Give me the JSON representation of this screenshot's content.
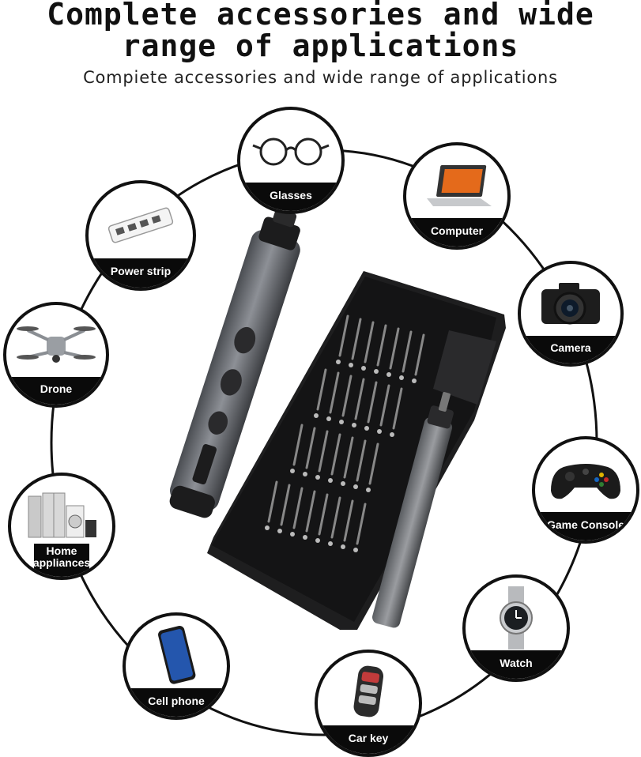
{
  "header": {
    "title_line1": "Complete accessories and wide",
    "title_line2": "range of applications",
    "subtitle": "Compiete accessories and wide range of applications"
  },
  "applications": [
    {
      "label": "Glasses",
      "icon": "glasses-icon"
    },
    {
      "label": "Computer",
      "icon": "laptop-icon"
    },
    {
      "label": "Power strip",
      "icon": "power-strip-icon"
    },
    {
      "label": "Camera",
      "icon": "camera-icon"
    },
    {
      "label": "Drone",
      "icon": "drone-icon"
    },
    {
      "label": "Game Console",
      "icon": "game-controller-icon"
    },
    {
      "label": "Home appliances",
      "icon": "home-appliances-icon"
    },
    {
      "label": "Watch",
      "icon": "watch-icon"
    },
    {
      "label": "Cell phone",
      "icon": "cell-phone-icon"
    },
    {
      "label": "Car key",
      "icon": "car-key-icon"
    }
  ],
  "product": {
    "icons": [
      "electric-screwdriver-icon",
      "bit-case-icon"
    ]
  },
  "colors": {
    "ring": "#111111",
    "caption_bg": "#0a0a0a",
    "caption_text": "#ffffff",
    "tool_body": "#6b6e73",
    "case": "#1a1a1a"
  }
}
